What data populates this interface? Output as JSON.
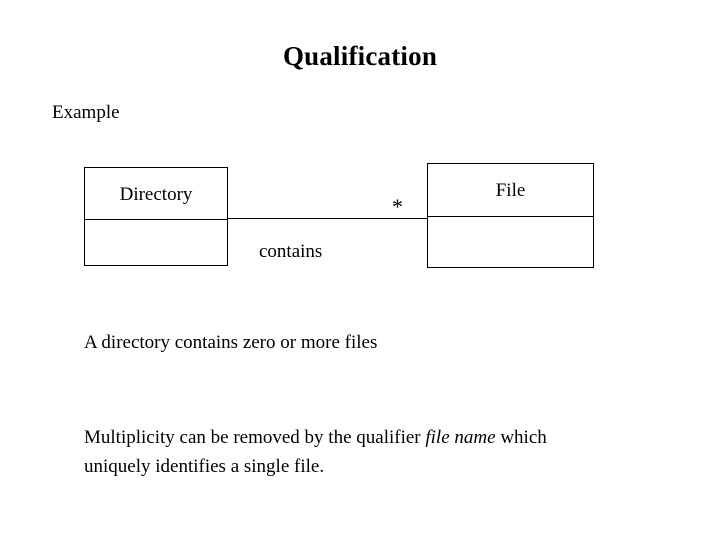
{
  "slide": {
    "title": "Qualification",
    "example_label": "Example",
    "background_color": "#ffffff",
    "text_color": "#000000",
    "line_color": "#000000"
  },
  "diagram": {
    "type": "uml-class-association",
    "classes": [
      {
        "id": "directory",
        "name": "Directory",
        "compartments": [
          "Directory",
          ""
        ]
      },
      {
        "id": "file",
        "name": "File",
        "compartments": [
          "File",
          ""
        ]
      }
    ],
    "association": {
      "label": "contains",
      "source": "Directory",
      "target": "File",
      "multiplicity_target": "*"
    }
  },
  "body": {
    "line_1": "A directory contains zero or more files",
    "paragraph": {
      "part_1": "Multiplicity can be removed by the qualifier ",
      "emphasis": "file name",
      "part_2": " which uniquely identifies a single file."
    }
  }
}
